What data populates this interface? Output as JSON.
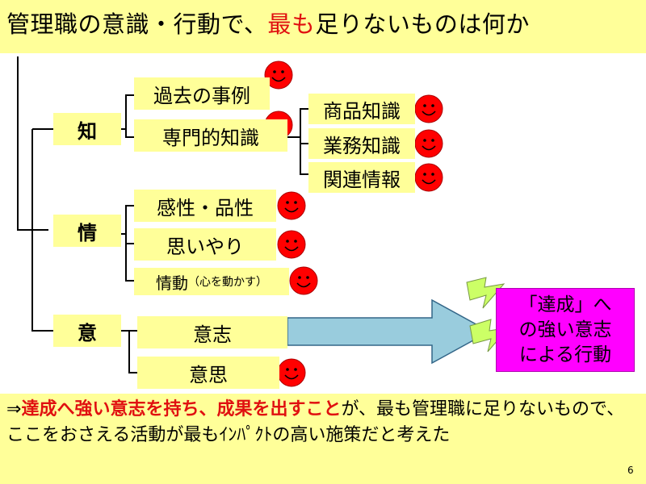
{
  "title": {
    "prefix": "管理職の意識・行動で、",
    "emphasis": "最も",
    "suffix": "足りないものは何か"
  },
  "categories": {
    "chi": "知",
    "jo": "情",
    "i": "意"
  },
  "items": {
    "kako": "過去の事例",
    "senmon": "専門的知識",
    "shohin": "商品知識",
    "gyomu": "業務知識",
    "kanren": "関連情報",
    "kansei": "感性・品性",
    "omoiyari": "思いやり",
    "jodo_main": "情動",
    "jodo_sub": "（心を動かす）",
    "ishi_will": "意志",
    "ishi_thought": "意思"
  },
  "result": {
    "line1": "「達成」へ",
    "line2": "の強い意志",
    "line3": "による行動"
  },
  "conclusion": {
    "arrow": "⇒",
    "red1": "達成へ強い意志を持ち、成果を出すこと",
    "rest": "が、最も管理職に足りないもので、ここをおさえる活動が最もｲﾝﾊﾟｸﾄの高い施策だと考えた"
  },
  "page_number": "6",
  "colors": {
    "box_yellow": "#ffff99",
    "smiley_red": "#ff0000",
    "emphasis_red": "#e01010",
    "result_magenta": "#ff00ff",
    "arrow_blue": "#99ccdd",
    "lightning_green": "#ccff66"
  }
}
